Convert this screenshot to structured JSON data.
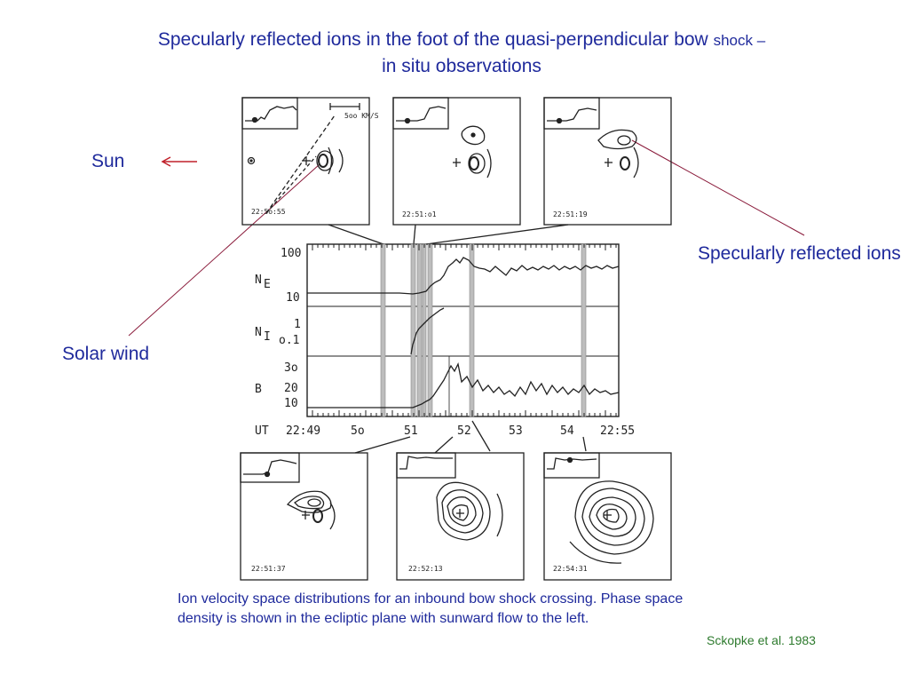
{
  "slide": {
    "title_line1_main": "Specularly reflected ions in the foot of  the quasi-perpendicular bow ",
    "title_line1_small": "shock –",
    "title_line2": "in situ observations",
    "label_sun": "Sun",
    "label_solar_wind": "Solar wind",
    "label_reflected": "Specularly reflected ions",
    "caption": "Ion velocity space distributions for an inbound bow shock crossing. Phase space density is shown in the ecliptic plane with sunward flow to the left.",
    "citation": "Sckopke et al.  1983"
  },
  "figure": {
    "scale_label": "5oo KM/S",
    "panel_times": [
      "22:5o:55",
      "22:51:o1",
      "22:51:19",
      "22:51:37",
      "22:52:13",
      "22:54:31"
    ],
    "rows": [
      {
        "name": "N",
        "sub": "E",
        "ticks": [
          "100",
          "10"
        ]
      },
      {
        "name": "N",
        "sub": "I",
        "ticks": [
          "1",
          "o.1"
        ]
      },
      {
        "name": "B",
        "sub": "",
        "ticks": [
          "3o",
          "20",
          "10"
        ]
      }
    ],
    "x_axis": {
      "label": "UT",
      "ticks": [
        "22:49",
        "5o",
        "51",
        "52",
        "53",
        "54",
        "22:55"
      ]
    }
  }
}
